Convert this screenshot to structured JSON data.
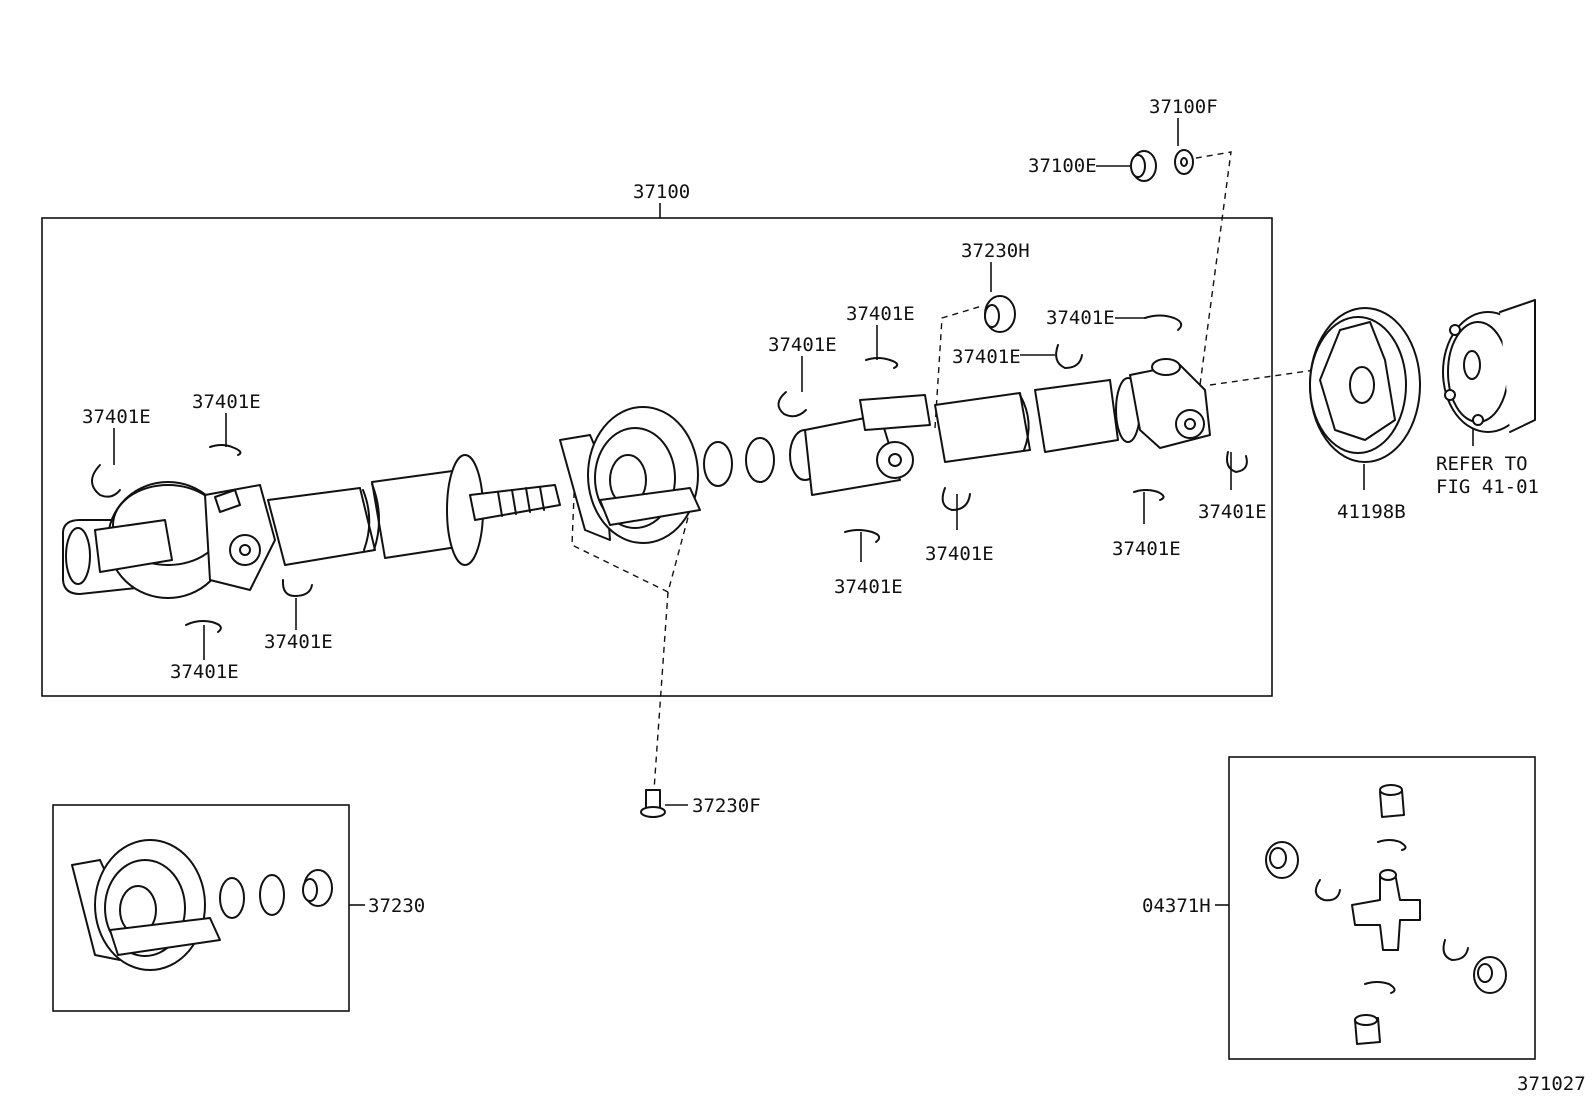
{
  "labels": {
    "assy": "37100",
    "nut_e": "37100E",
    "washer_f": "37100F",
    "cushion_h": "37230H",
    "snap_ring": "37401E",
    "bolt_f": "37230F",
    "center_bearing": "37230",
    "spider_kit": "04371H",
    "flange_plate": "41198B",
    "refer_1": "REFER TO",
    "refer_2": "FIG 41-01",
    "figure_id": "371027"
  }
}
